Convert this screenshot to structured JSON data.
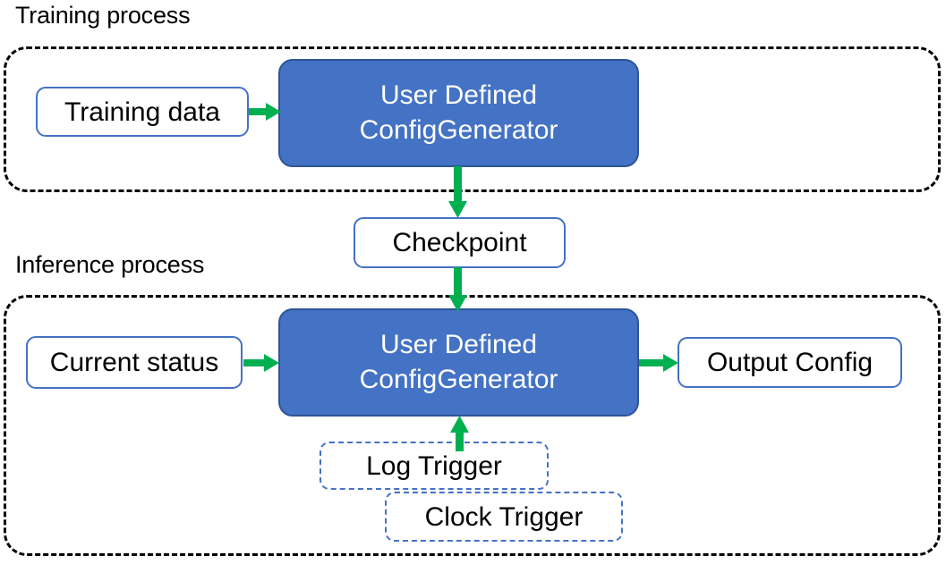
{
  "diagram": {
    "title_training": "Training process",
    "title_inference": "Inference process",
    "colors": {
      "node_border": "#4472C4",
      "process_fill": "#4472C4",
      "process_border": "#2F5597",
      "arrow_green": "#00B050",
      "container_border": "#000000",
      "text_dark": "#000000",
      "text_light": "#FFFFFF"
    },
    "training": {
      "input_box": "Training data",
      "process_box_line1": "User Defined",
      "process_box_line2": "ConfigGenerator"
    },
    "checkpoint": {
      "label": "Checkpoint"
    },
    "inference": {
      "input_box": "Current status",
      "process_box_line1": "User Defined",
      "process_box_line2": "ConfigGenerator",
      "output_box": "Output Config",
      "trigger_log": "Log Trigger",
      "trigger_clock": "Clock Trigger"
    },
    "arrows": [
      {
        "name": "training-data-to-generator",
        "direction": "right"
      },
      {
        "name": "generator-to-checkpoint",
        "direction": "down"
      },
      {
        "name": "checkpoint-to-inference-generator",
        "direction": "down"
      },
      {
        "name": "current-status-to-generator",
        "direction": "right"
      },
      {
        "name": "generator-to-output-config",
        "direction": "right"
      },
      {
        "name": "log-trigger-to-generator",
        "direction": "up"
      }
    ]
  }
}
